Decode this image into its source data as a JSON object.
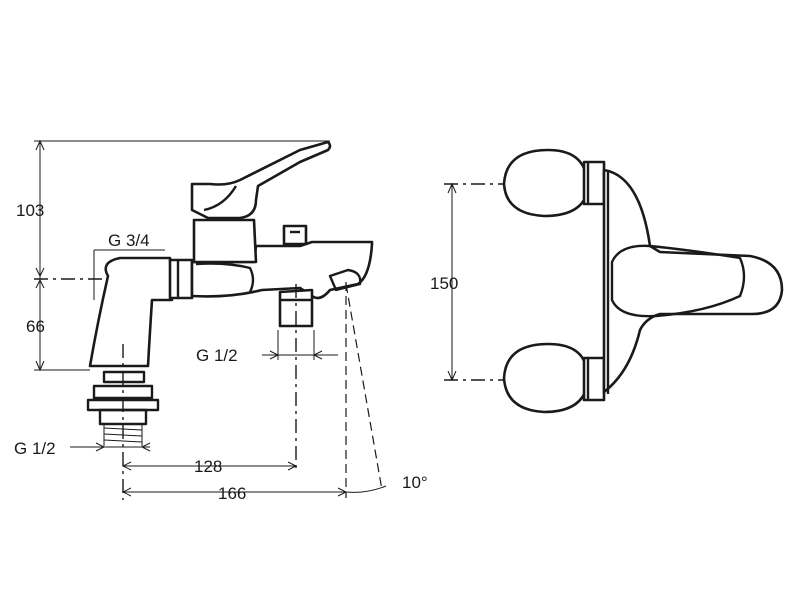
{
  "dimensions": {
    "height_top": "103",
    "height_bottom": "66",
    "thread_outlet": "G 3/4",
    "thread_shower": "G 1/2",
    "thread_inlet": "G 1/2",
    "width_shower": "128",
    "width_spout": "166",
    "spout_angle": "10°",
    "mount_spacing": "150"
  },
  "colors": {
    "line": "#1a1a1a",
    "background": "#ffffff"
  }
}
